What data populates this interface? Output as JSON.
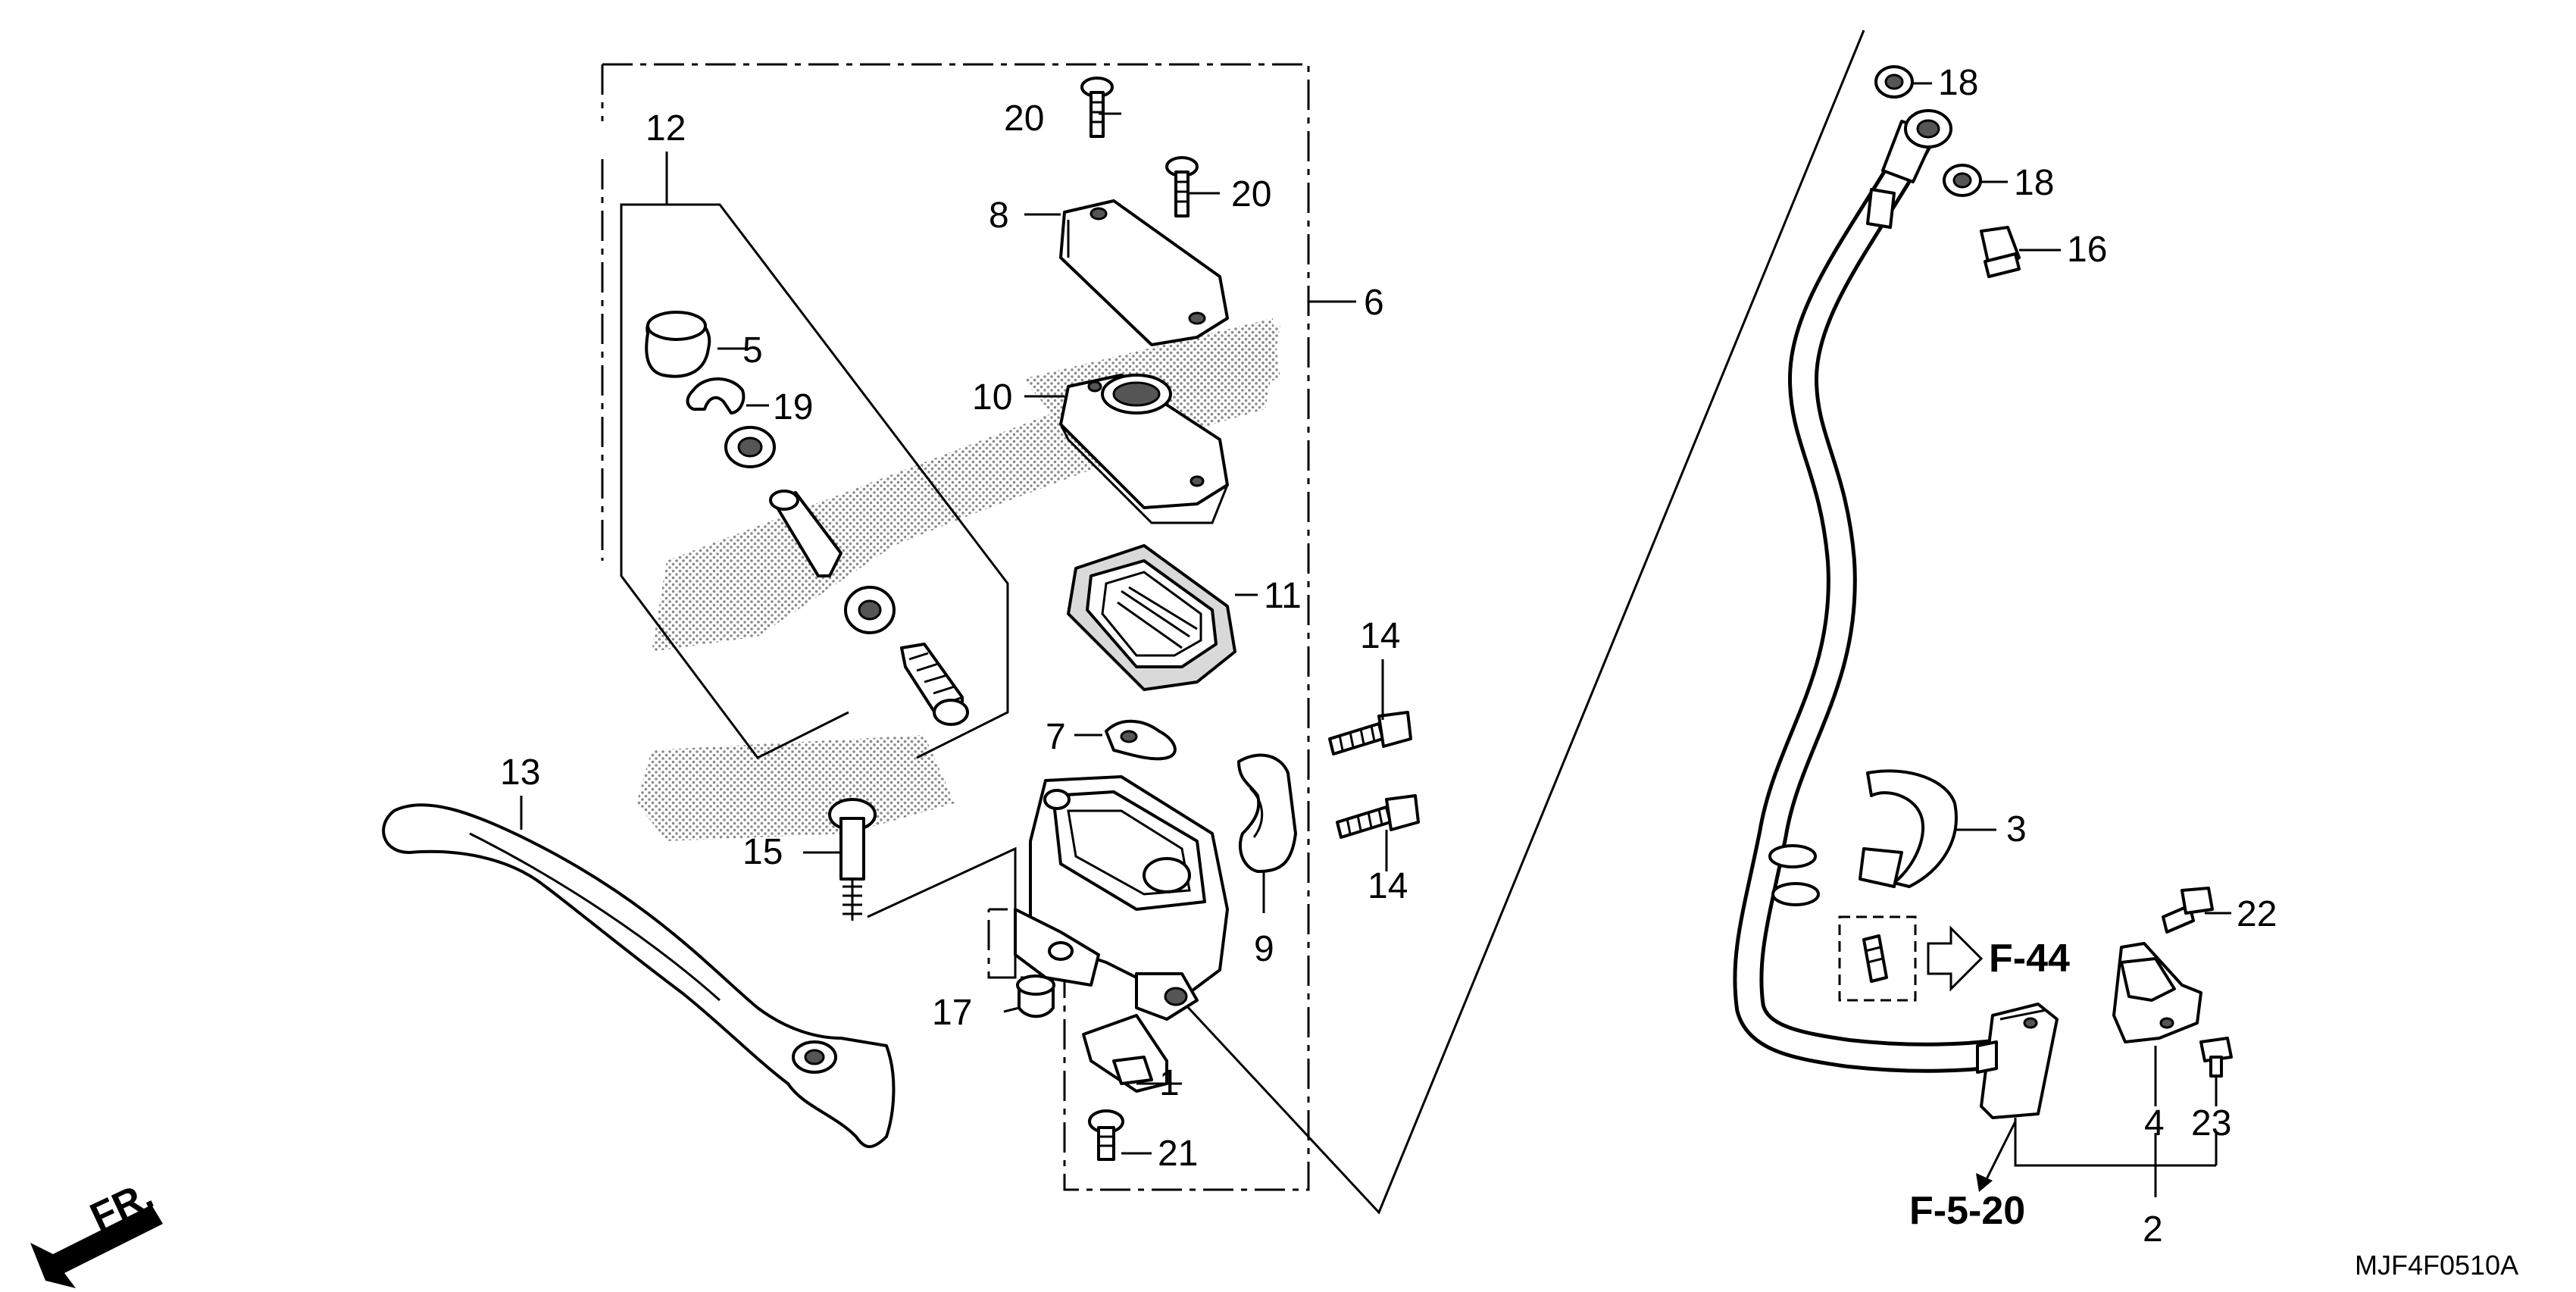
{
  "callouts": {
    "c1": "1",
    "c2": "2",
    "c3": "3",
    "c4": "4",
    "c5": "5",
    "c6": "6",
    "c7": "7",
    "c8": "8",
    "c9": "9",
    "c10": "10",
    "c11": "11",
    "c12": "12",
    "c13": "13",
    "c14a": "14",
    "c14b": "14",
    "c15": "15",
    "c16": "16",
    "c17": "17",
    "c18a": "18",
    "c18b": "18",
    "c19": "19",
    "c20a": "20",
    "c20b": "20",
    "c21": "21",
    "c22": "22",
    "c23": "23"
  },
  "references": {
    "f44": "F-44",
    "f520": "F-5-20",
    "fr": "FR."
  },
  "diagram_code": "MJF4F0510A"
}
